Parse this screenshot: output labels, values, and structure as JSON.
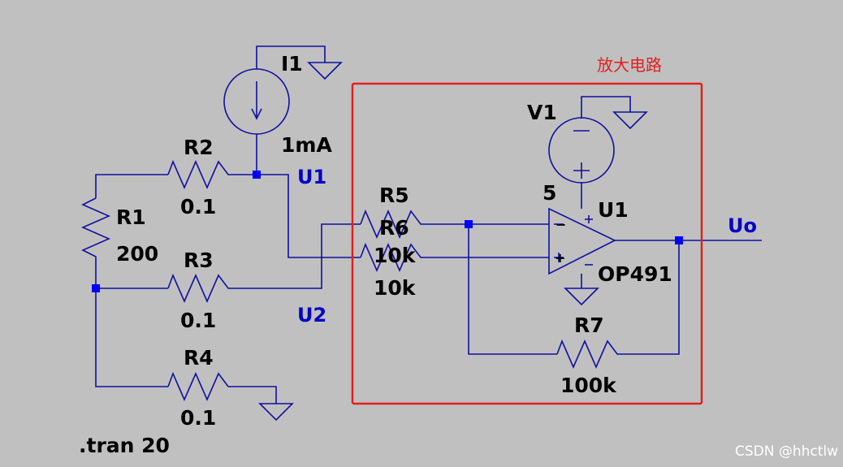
{
  "colors": {
    "background": "#c0c0c0",
    "wire": "#1010a0",
    "junction": "#0000ff",
    "net_label": "#0000cc",
    "highlight_box": "#e02020",
    "text": "#000000"
  },
  "components": {
    "I1": {
      "name": "I1",
      "value": "1mA"
    },
    "R1": {
      "name": "R1",
      "value": "200"
    },
    "R2": {
      "name": "R2",
      "value": "0.1"
    },
    "R3": {
      "name": "R3",
      "value": "0.1"
    },
    "R4": {
      "name": "R4",
      "value": "0.1"
    },
    "R5": {
      "name": "R5",
      "value": "10k"
    },
    "R6": {
      "name": "R6",
      "value": "10k"
    },
    "R7": {
      "name": "R7",
      "value": "100k"
    },
    "V1": {
      "name": "V1",
      "value": "5"
    },
    "U1": {
      "name": "U1",
      "value": "OP491",
      "minus": "−",
      "plus": "+"
    }
  },
  "nets": {
    "u1": "U1",
    "u2": "U2",
    "uo": "Uo"
  },
  "annotation": {
    "box_label": "放大电路"
  },
  "directive": ".tran 20",
  "watermark": "CSDN @hhctlw"
}
